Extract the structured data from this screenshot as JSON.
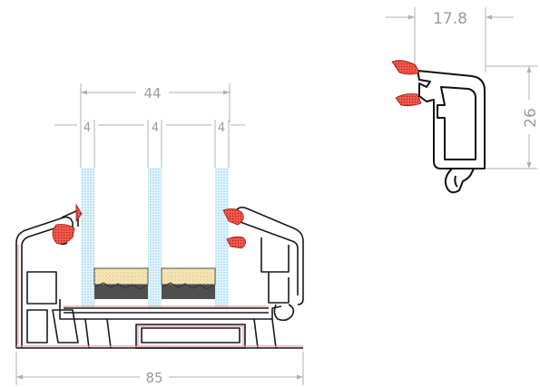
{
  "dimensions": {
    "glass_total": "44",
    "pane_left": "4",
    "pane_middle": "4",
    "pane_right": "4",
    "overall_width": "85",
    "bead_width": "17.8",
    "bead_height": "26"
  },
  "colors": {
    "outline": "#1a1a1a",
    "dimension": "#a8a8a8",
    "glass": "#79c7e8",
    "gasket": "#e8392f",
    "spacer": "#f3e3b0",
    "seal": "#5a5a5a",
    "reinforcement": "#e9a0a0"
  }
}
